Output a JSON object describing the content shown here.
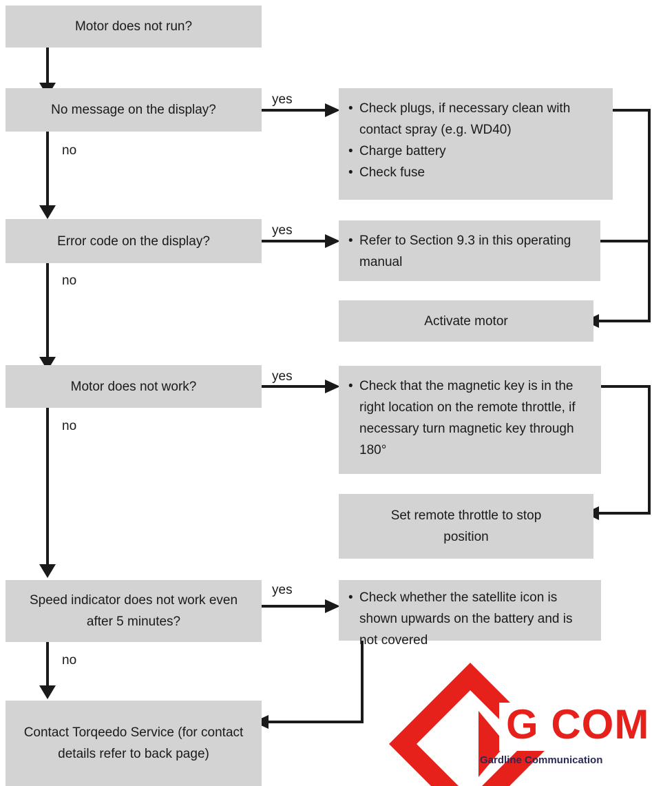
{
  "flowchart": {
    "start": "Motor does not run?",
    "q1": "No message on the display?",
    "q1_actions": [
      "Check plugs, if necessary clean with contact spray (e.g. WD40)",
      "Charge battery",
      "Check fuse"
    ],
    "q2": "Error code on the display?",
    "q2_actions": [
      "Refer to Section 9.3 in this operating manual"
    ],
    "activate": "Activate motor",
    "q3": "Motor does not work?",
    "q3_actions": [
      "Check that the magnetic key is in the right location on the remote throttle, if necessary turn magnetic key through 180°"
    ],
    "set_throttle": "Set remote throttle to stop position",
    "q4": "Speed indicator does not work even after 5 minutes?",
    "q4_actions": [
      "Check whether the satellite icon is shown upwards on the battery and is not covered"
    ],
    "end": "Contact Torqeedo Service (for contact details refer to back page)"
  },
  "labels": {
    "yes": "yes",
    "no": "no"
  },
  "watermark": {
    "brand": "G COM",
    "company": "Gardline Communication"
  },
  "colors": {
    "box": "#d3d3d3",
    "arrow": "#1a1a1a",
    "logo_red": "#e6211b"
  }
}
